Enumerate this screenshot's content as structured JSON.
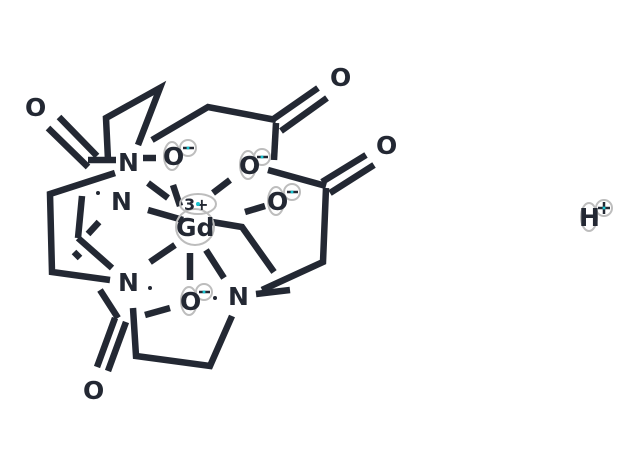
{
  "diagram": {
    "type": "chemical-structure",
    "molecule_description": "Gadolinium(III) DOTA-type macrocyclic chelate with hydron",
    "colors": {
      "bond": "#232833",
      "background": "#ffffff",
      "charge_ring": "#bdbdbd",
      "charge_marker": "#19c3d0"
    },
    "atoms": {
      "gd": {
        "label": "Gd",
        "charge": "3+"
      },
      "n1": {
        "label": "N"
      },
      "n2": {
        "label": "N"
      },
      "n3": {
        "label": "N"
      },
      "n4": {
        "label": "N"
      },
      "o_carbonyl_1": {
        "label": "O"
      },
      "o_carbonyl_2": {
        "label": "O"
      },
      "o_carbonyl_3": {
        "label": "O"
      },
      "o_carbonyl_4": {
        "label": "O"
      },
      "o_anion_1": {
        "label": "O",
        "charge": "−"
      },
      "o_anion_2": {
        "label": "O",
        "charge": "−"
      },
      "o_anion_3": {
        "label": "O",
        "charge": "−"
      },
      "o_anion_4": {
        "label": "O",
        "charge": "−"
      },
      "h": {
        "label": "H",
        "charge": "+"
      }
    }
  }
}
